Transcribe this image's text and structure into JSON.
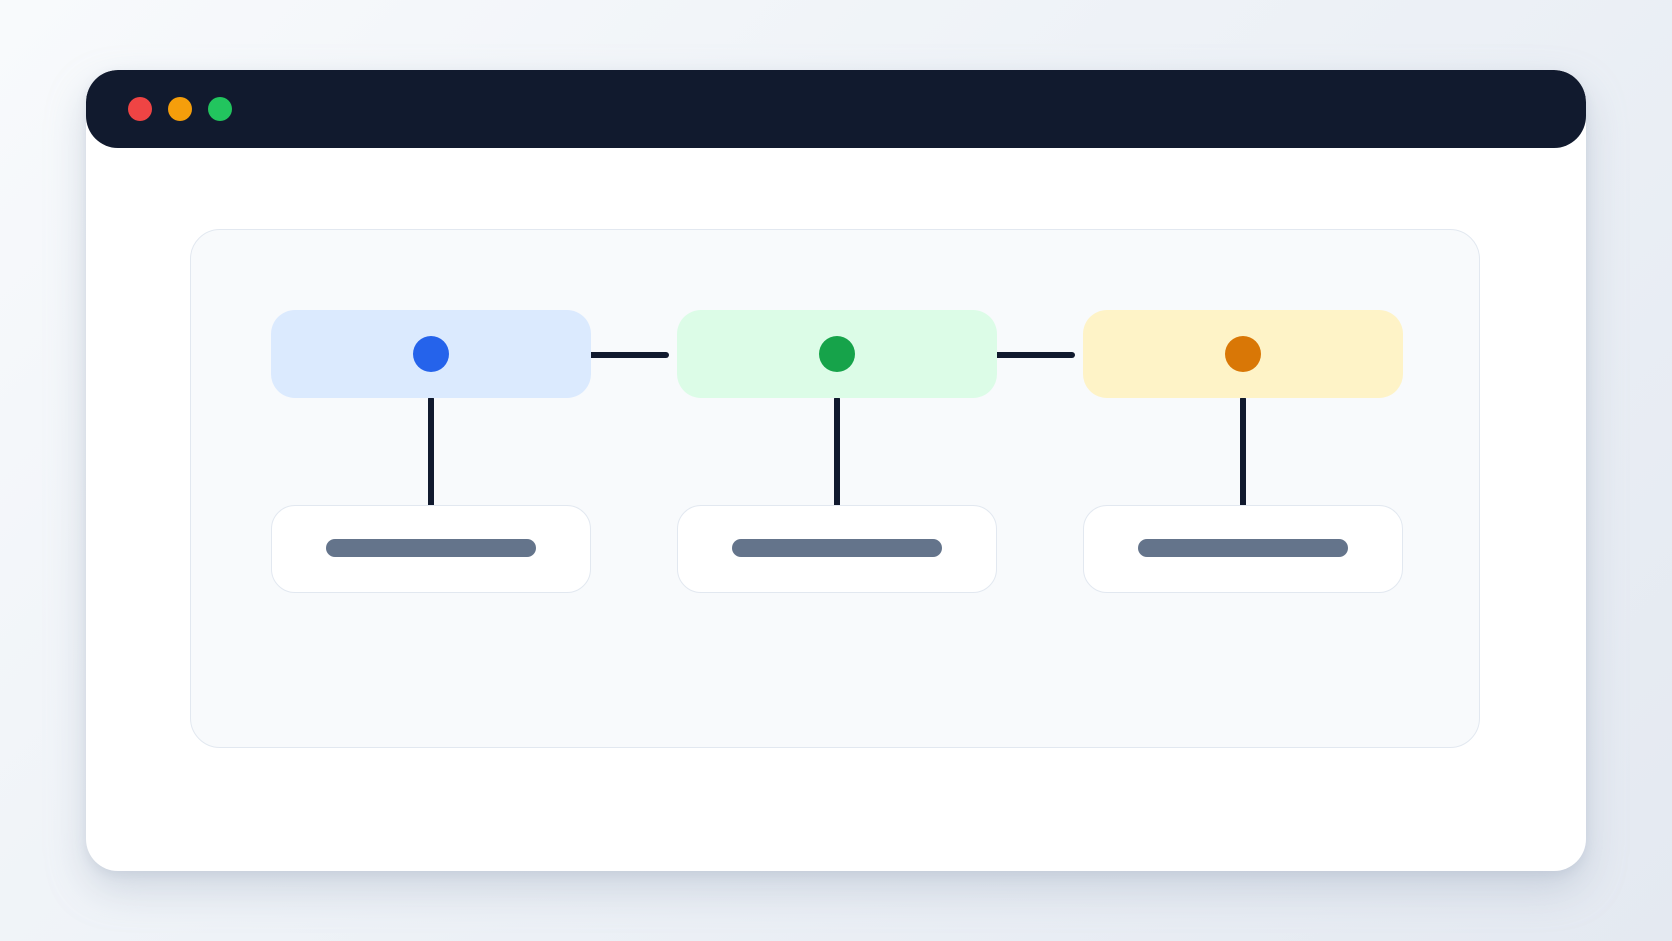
{
  "window": {
    "controls": [
      {
        "name": "close",
        "color": "#ef4444"
      },
      {
        "name": "minimize",
        "color": "#f59e0b"
      },
      {
        "name": "maximize",
        "color": "#22c55e"
      }
    ]
  },
  "diagram": {
    "line_color": "#111a2e",
    "placeholder_bar_color": "#64748b",
    "stages": [
      {
        "fill": "#dbeafe",
        "dot": "#2563eb"
      },
      {
        "fill": "#dcfce7",
        "dot": "#16a34a"
      },
      {
        "fill": "#fef3c7",
        "dot": "#d97706"
      }
    ]
  }
}
